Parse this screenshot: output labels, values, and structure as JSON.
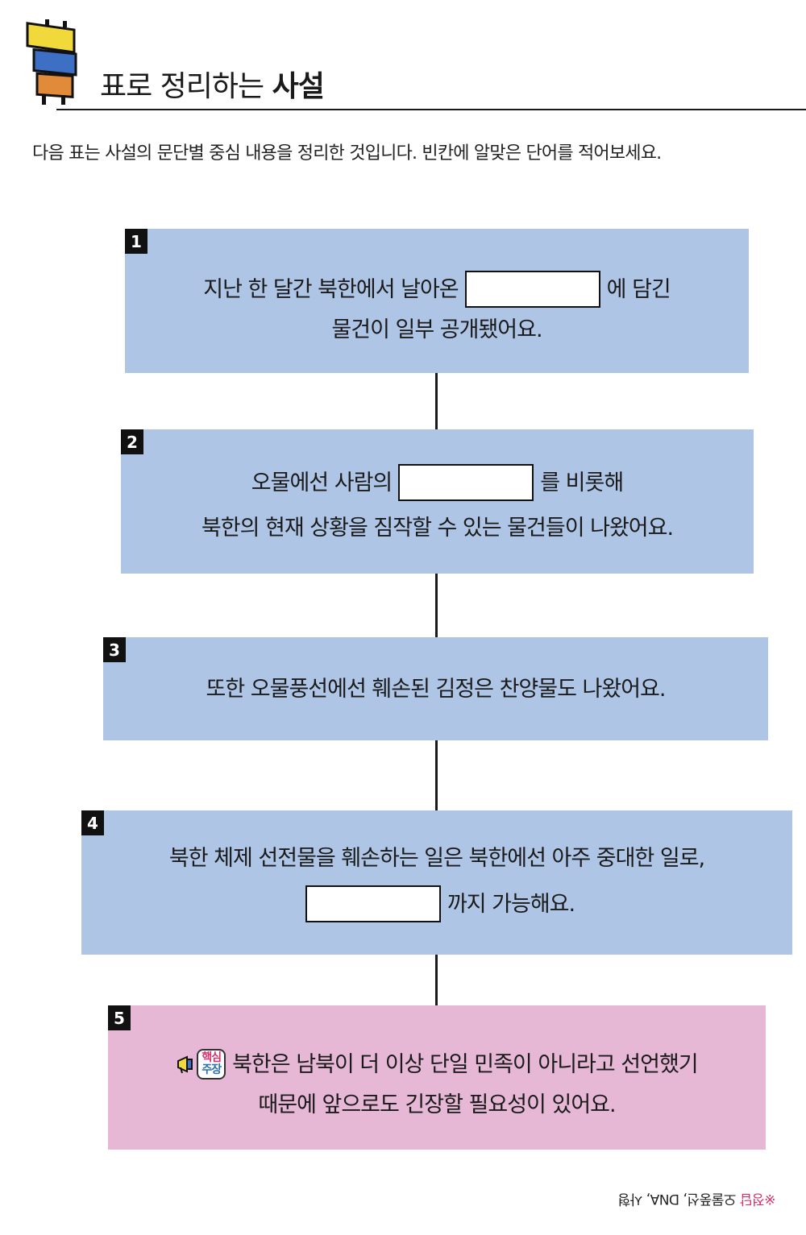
{
  "header": {
    "title_prefix": "표로 정리하는",
    "title_bold": "사설"
  },
  "instruction": "다음 표는 사설의 문단별 중심 내용을 정리한 것입니다. 빈칸에 알맞은 단어를 적어보세요.",
  "boxes": [
    {
      "number": "1",
      "line1_before": "지난 한 달간 북한에서 날아온",
      "line1_after": "에 담긴",
      "line2": "물건이 일부 공개됐어요."
    },
    {
      "number": "2",
      "line1_before": "오물에선 사람의",
      "line1_after": "를 비롯해",
      "line2": "북한의 현재 상황을 짐작할 수 있는 물건들이 나왔어요."
    },
    {
      "number": "3",
      "line1": "또한 오물풍선에선 훼손된 김정은 찬양물도 나왔어요."
    },
    {
      "number": "4",
      "line1": "북한 체제 선전물을 훼손하는 일은 북한에선 아주 중대한 일로,",
      "line2_after": "까지 가능해요."
    },
    {
      "number": "5",
      "badge_top": "핵심",
      "badge_bottom": "주장",
      "line1": "북한은 남북이 더 이상 단일 민족이 아니라고 선언했기",
      "line2": "때문에 앞으로도 긴장할 필요성이 있어요."
    }
  ],
  "answer_note": {
    "mark": "※정답",
    "text": "오물풍선, DNA, 사형"
  },
  "colors": {
    "blue_box": "#aec5e6",
    "pink_box": "#e6b8d6",
    "logo_yellow": "#f2d93b",
    "logo_blue": "#3d6fc4",
    "logo_orange": "#e08a3a"
  }
}
